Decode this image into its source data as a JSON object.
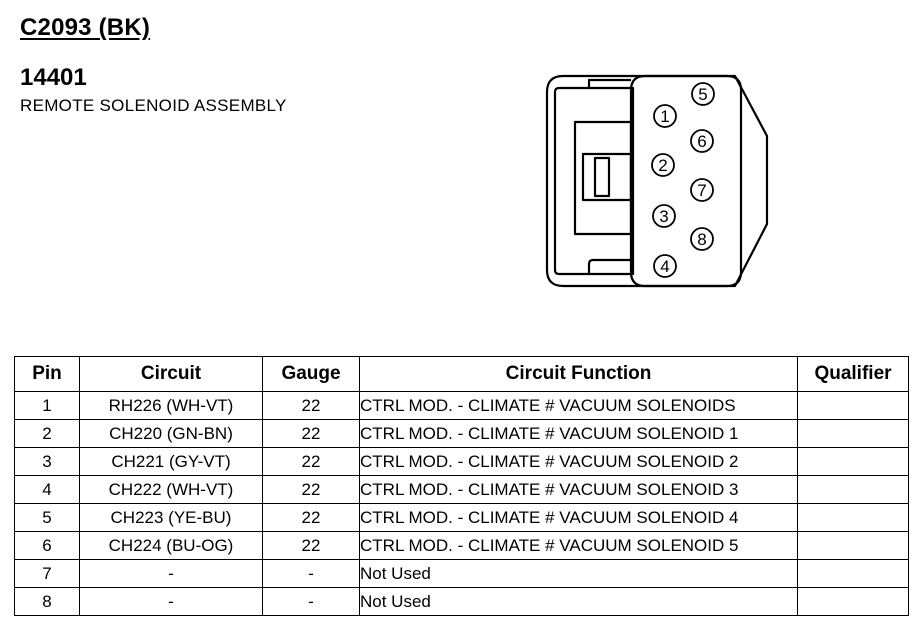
{
  "header": {
    "connector_id": "C2093 (BK)",
    "part_number": "14401",
    "part_name": "REMOTE SOLENOID ASSEMBLY"
  },
  "connector": {
    "pins": [
      "1",
      "2",
      "3",
      "4",
      "5",
      "6",
      "7",
      "8"
    ]
  },
  "table": {
    "headers": {
      "pin": "Pin",
      "circuit": "Circuit",
      "gauge": "Gauge",
      "function": "Circuit Function",
      "qualifier": "Qualifier"
    },
    "rows": [
      {
        "pin": "1",
        "circuit": "RH226 (WH-VT)",
        "gauge": "22",
        "function": "CTRL MOD. - CLIMATE # VACUUM SOLENOIDS",
        "qualifier": ""
      },
      {
        "pin": "2",
        "circuit": "CH220 (GN-BN)",
        "gauge": "22",
        "function": "CTRL MOD. - CLIMATE # VACUUM SOLENOID 1",
        "qualifier": ""
      },
      {
        "pin": "3",
        "circuit": "CH221 (GY-VT)",
        "gauge": "22",
        "function": "CTRL MOD. - CLIMATE # VACUUM SOLENOID 2",
        "qualifier": ""
      },
      {
        "pin": "4",
        "circuit": "CH222 (WH-VT)",
        "gauge": "22",
        "function": "CTRL MOD. - CLIMATE # VACUUM SOLENOID 3",
        "qualifier": ""
      },
      {
        "pin": "5",
        "circuit": "CH223 (YE-BU)",
        "gauge": "22",
        "function": "CTRL MOD. - CLIMATE # VACUUM SOLENOID 4",
        "qualifier": ""
      },
      {
        "pin": "6",
        "circuit": "CH224 (BU-OG)",
        "gauge": "22",
        "function": "CTRL MOD. - CLIMATE # VACUUM SOLENOID 5",
        "qualifier": ""
      },
      {
        "pin": "7",
        "circuit": "-",
        "gauge": "-",
        "function": "Not Used",
        "qualifier": ""
      },
      {
        "pin": "8",
        "circuit": "-",
        "gauge": "-",
        "function": "Not Used",
        "qualifier": ""
      }
    ]
  }
}
